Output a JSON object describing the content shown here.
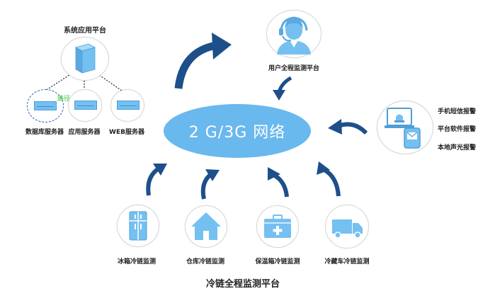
{
  "network": {
    "label": "2 G/3G 网络"
  },
  "system_platform": {
    "title": "系统应用平台",
    "servers": [
      {
        "label": "数据库服务器",
        "icon": "database-server-icon"
      },
      {
        "label": "应用服务器",
        "icon": "application-server-icon"
      },
      {
        "label": "WEB服务器",
        "icon": "web-server-icon"
      }
    ],
    "path_tag": "路径"
  },
  "user_platform": {
    "label": "用户全程监测平台",
    "icon": "customer-service-agent-icon"
  },
  "alarms": {
    "items": [
      "手机短信报警",
      "平台软件报警",
      "本地声光报警"
    ],
    "icon": "alarm-devices-icon"
  },
  "monitors": [
    {
      "label": "冰箱冷链监测",
      "icon": "refrigerator-icon"
    },
    {
      "label": "仓库冷链监测",
      "icon": "warehouse-icon"
    },
    {
      "label": "保温箱冷链监测",
      "icon": "medical-cooler-box-icon"
    },
    {
      "label": "冷藏车冷链监测",
      "icon": "refrigerated-truck-icon"
    }
  ],
  "footer": {
    "title": "冷链全程监测平台"
  },
  "colors": {
    "accent": "#69b8ee",
    "arrow": "#1d4f8a",
    "icon_fill": "#74c0f1",
    "icon_stroke": "#4f9fd7"
  }
}
